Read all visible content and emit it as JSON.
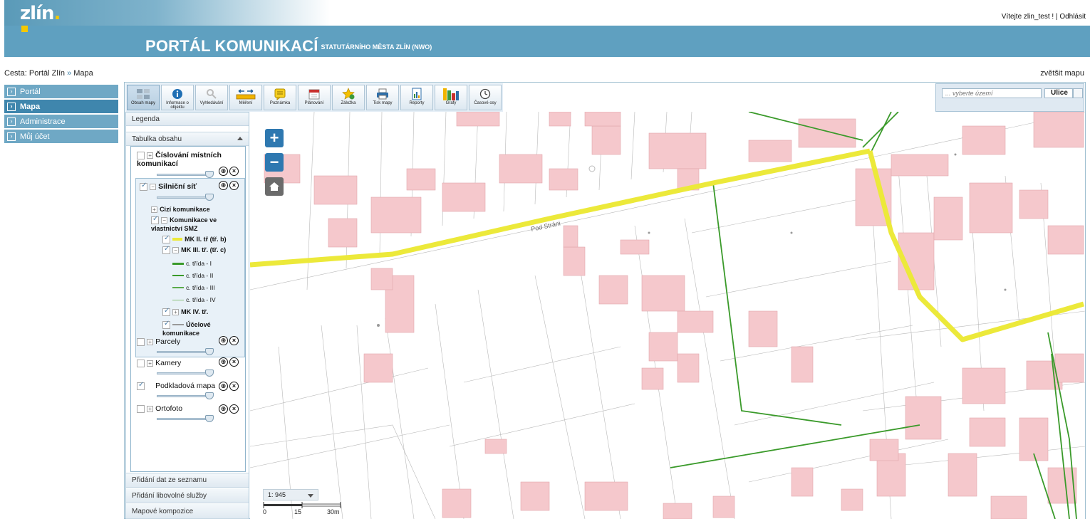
{
  "header": {
    "logo": "zlín",
    "logo_dot": ".",
    "welcome": "Vítejte zlin_test !",
    "separator": " | ",
    "logout": "Odhlásit",
    "title": "PORTÁL KOMUNIKACÍ",
    "subtitle": "STATUTÁRNÍHO MĚSTA ZLÍN (NWO)"
  },
  "breadcrumb": {
    "prefix": "Cesta:",
    "home": "Portál Zlín",
    "sep": "»",
    "current": "Mapa",
    "enlarge": "zvětšit mapu"
  },
  "nav": [
    {
      "label": "Portál",
      "active": false
    },
    {
      "label": "Mapa",
      "active": true
    },
    {
      "label": "Administrace",
      "active": false
    },
    {
      "label": "Můj účet",
      "active": false
    }
  ],
  "toolbar": [
    {
      "label": "Obsah mapy",
      "icon": "map-layers-icon",
      "color": "#7a8fa3"
    },
    {
      "label": "Informace o objektu",
      "icon": "info-icon",
      "color": "#1f6fb4"
    },
    {
      "label": "Vyhledávání",
      "icon": "search-icon",
      "color": "#c8c8c8"
    },
    {
      "label": "Měření",
      "icon": "ruler-icon",
      "color": "#e3a21a"
    },
    {
      "label": "Poznámka",
      "icon": "note-icon",
      "color": "#f2c200"
    },
    {
      "label": "Plánování",
      "icon": "calendar-icon",
      "color": "#c9302c"
    },
    {
      "label": "Záložka",
      "icon": "star-icon",
      "color": "#f0b400"
    },
    {
      "label": "Tisk mapy",
      "icon": "printer-icon",
      "color": "#2d6ea8"
    },
    {
      "label": "Reporty",
      "icon": "report-icon",
      "color": "#3b8f3b"
    },
    {
      "label": "Grafy",
      "icon": "bar-chart-icon",
      "color": "#e0a000"
    },
    {
      "label": "Časové osy",
      "icon": "clock-icon",
      "color": "#555555"
    }
  ],
  "panel": {
    "legend": "Legenda",
    "toc": "Tabulka obsahu",
    "add_data": "Přidání dat ze seznamu",
    "add_service": "Přidání libovolné služby",
    "compositions": "Mapové kompozice"
  },
  "layers": {
    "l1": "Číslování místních komunikací",
    "l2": "Silniční síť",
    "l2a": "Cizí komunikace",
    "l2b": "Komunikace ve vlastnictví SMZ",
    "l2b1": "MK II. tř (tř. b)",
    "l2b2": "MK III. tř. (tř. c)",
    "legend_items": [
      "c. třída - I",
      "c. třída - II",
      "c. třída - III",
      "c. třída - IV"
    ],
    "l2b3": "MK IV. tř.",
    "l2b4": "Účelové komunikace",
    "l3": "Parcely",
    "l4": "Kamery",
    "l5": "Podkladová mapa",
    "l6": "Ortofoto"
  },
  "search": {
    "placeholder": "... vyberte území",
    "button": "Ulice"
  },
  "map": {
    "scale": "1: 945",
    "scale_ticks": [
      "0",
      "15",
      "30m"
    ],
    "street_label": "Pod Stráni",
    "colors": {
      "road_main": "#ece93a",
      "road_green": "#3a9a2a",
      "building": "#f5c8cc",
      "building_stroke": "#e2a6ac"
    }
  }
}
